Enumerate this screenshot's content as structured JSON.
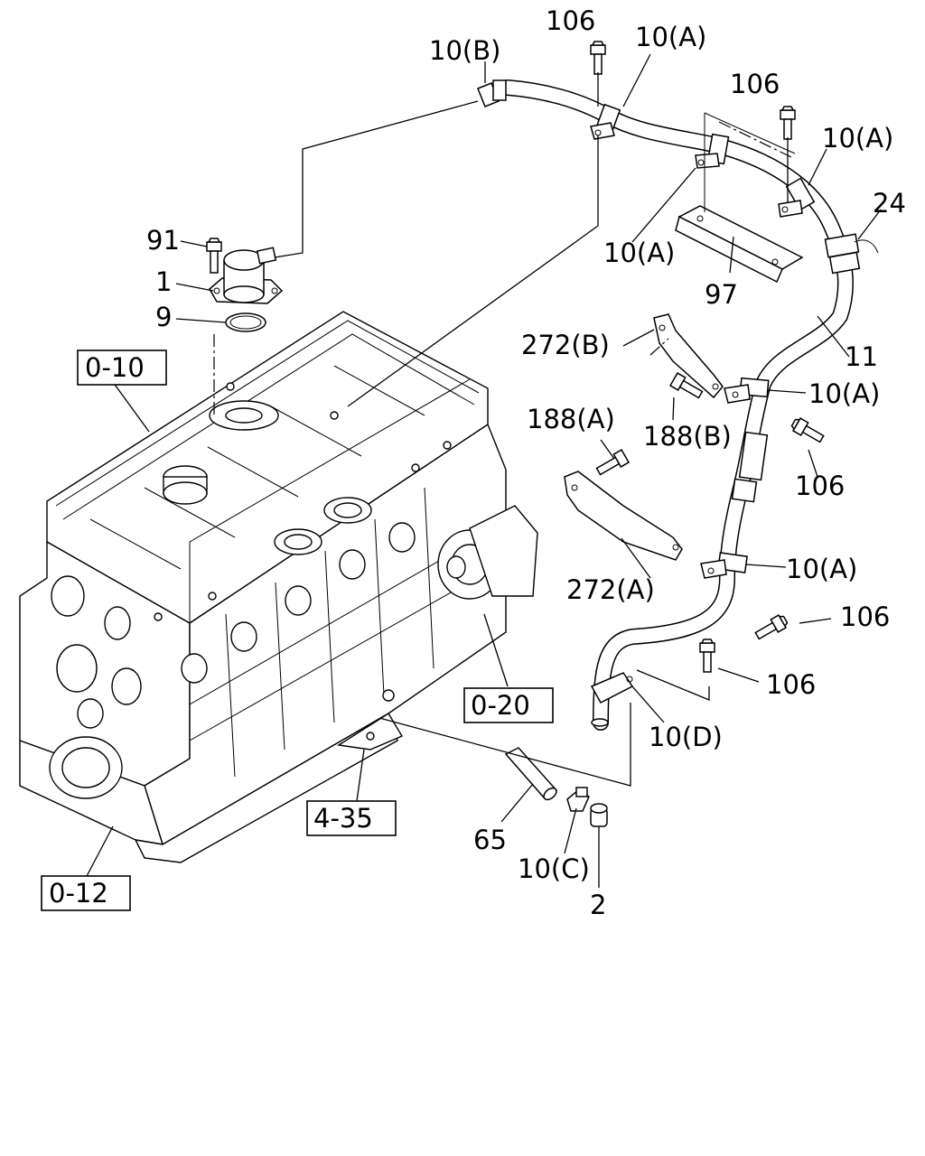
{
  "diagram": {
    "callouts": [
      {
        "id": "c106a",
        "text": "106"
      },
      {
        "id": "c10b",
        "text": "10(B)"
      },
      {
        "id": "c10a1",
        "text": "10(A)"
      },
      {
        "id": "c106b",
        "text": "106"
      },
      {
        "id": "c10a2",
        "text": "10(A)"
      },
      {
        "id": "c24",
        "text": "24"
      },
      {
        "id": "c10a3",
        "text": "10(A)"
      },
      {
        "id": "c97",
        "text": "97"
      },
      {
        "id": "c91",
        "text": "91"
      },
      {
        "id": "c1",
        "text": "1"
      },
      {
        "id": "c9",
        "text": "9"
      },
      {
        "id": "c272b",
        "text": "272(B)"
      },
      {
        "id": "c11",
        "text": "11"
      },
      {
        "id": "c10a4",
        "text": "10(A)"
      },
      {
        "id": "c188a",
        "text": "188(A)"
      },
      {
        "id": "c188b",
        "text": "188(B)"
      },
      {
        "id": "c106c",
        "text": "106"
      },
      {
        "id": "c272a",
        "text": "272(A)"
      },
      {
        "id": "c10a5",
        "text": "10(A)"
      },
      {
        "id": "c106d",
        "text": "106"
      },
      {
        "id": "c106e",
        "text": "106"
      },
      {
        "id": "c10d",
        "text": "10(D)"
      },
      {
        "id": "c65",
        "text": "65"
      },
      {
        "id": "c10c",
        "text": "10(C)"
      },
      {
        "id": "c2",
        "text": "2"
      }
    ],
    "references": [
      {
        "id": "r010",
        "text": "0-10"
      },
      {
        "id": "r020",
        "text": "0-20"
      },
      {
        "id": "r435",
        "text": "4-35"
      },
      {
        "id": "r012",
        "text": "0-12"
      }
    ]
  }
}
